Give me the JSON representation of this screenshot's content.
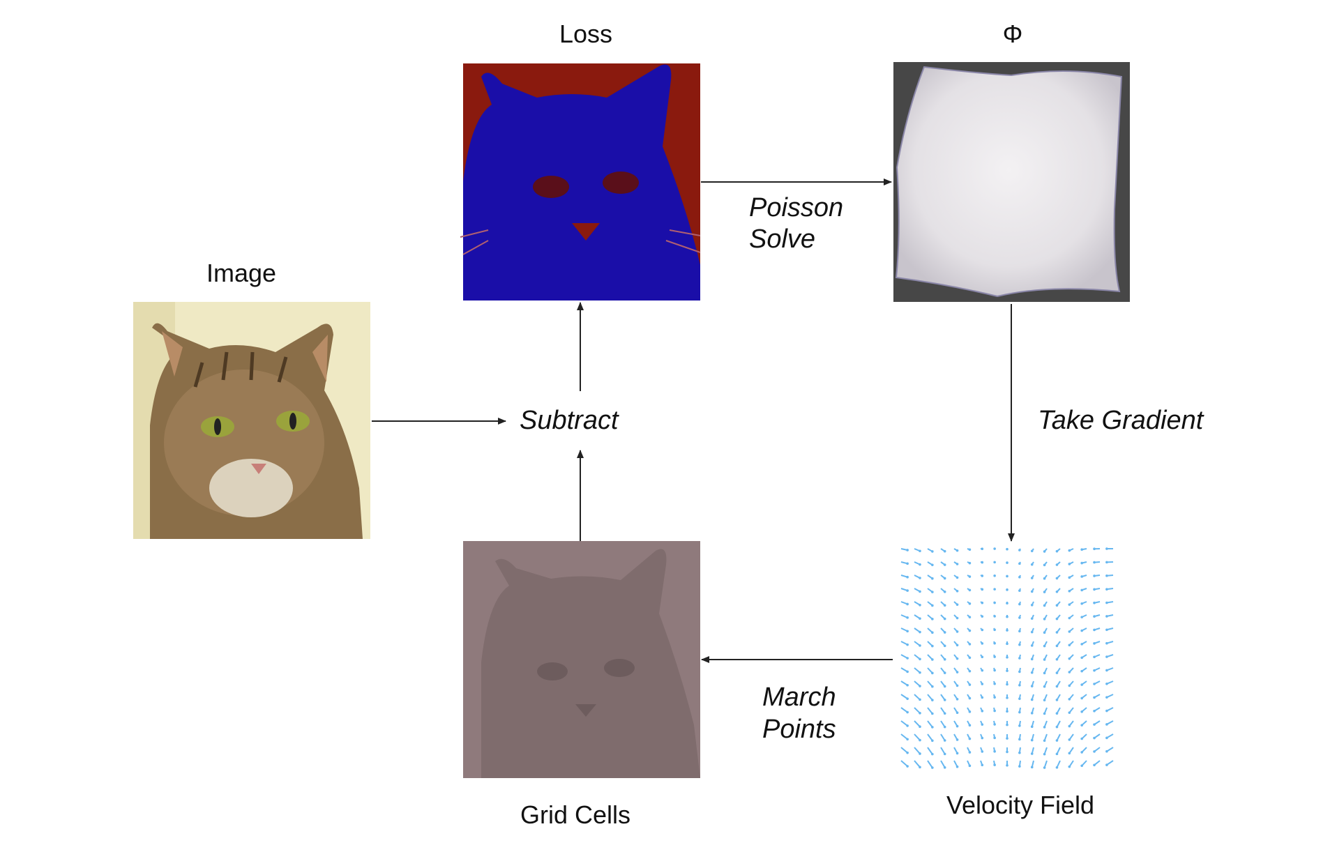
{
  "panels": {
    "image": {
      "title": "Image"
    },
    "loss": {
      "title": "Loss"
    },
    "phi": {
      "title": "Φ"
    },
    "velocity": {
      "title": "Velocity Field"
    },
    "grid": {
      "title": "Grid Cells"
    }
  },
  "operations": {
    "subtract": "Subtract",
    "poisson_line1": "Poisson",
    "poisson_line2": "Solve",
    "gradient": "Take Gradient",
    "march_line1": "March",
    "march_line2": "Points"
  },
  "colors": {
    "loss_background": "#8a1a0e",
    "loss_cat": "#1a0ea8",
    "phi_background": "#474747",
    "phi_surface": "#e9e6e9",
    "grid_tint": "#8f7a7c",
    "image_background": "#efe9c4",
    "cat_fur": "#8a6e48",
    "velocity_arrows": "#66b7f0"
  }
}
